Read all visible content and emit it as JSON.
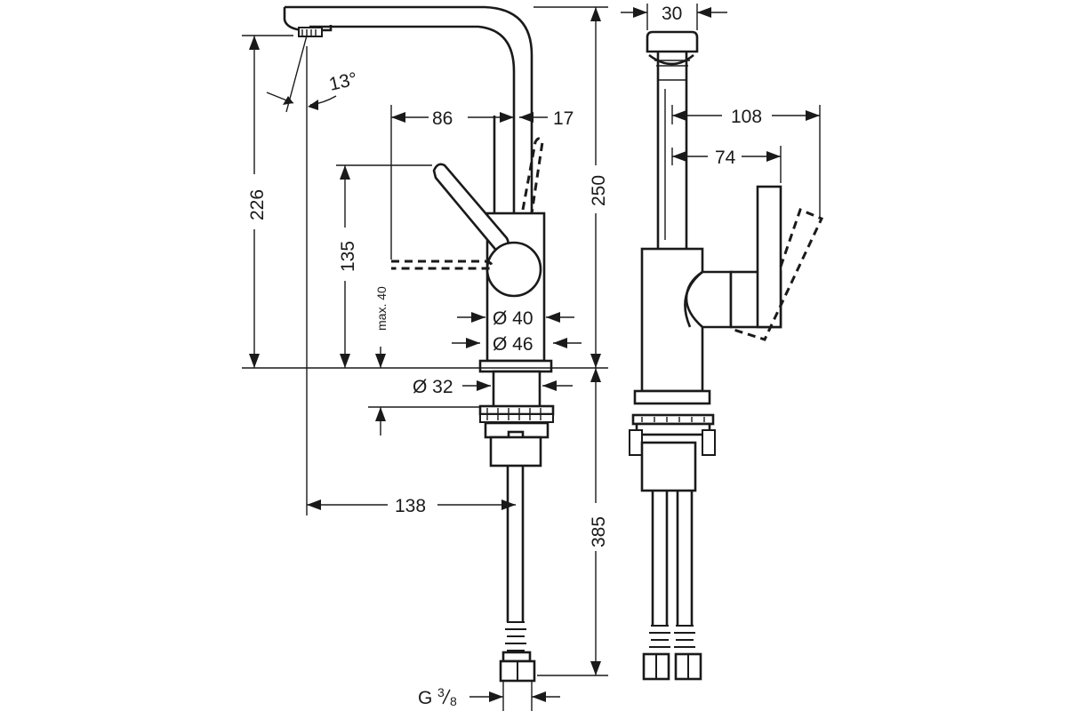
{
  "front_view": {
    "angle_label": "13°",
    "dim_86": "86",
    "dim_17": "17",
    "dim_226": "226",
    "dim_250": "250",
    "dim_135": "135",
    "dim_max40": "max. 40",
    "dim_d40": "Ø 40",
    "dim_d46": "Ø 46",
    "dim_d32": "Ø 32",
    "dim_138": "138",
    "dim_385": "385",
    "thread_prefix": "G ",
    "thread_frac_num": "3",
    "thread_frac_den": "8"
  },
  "side_view": {
    "dim_30": "30",
    "dim_108": "108",
    "dim_74": "74"
  },
  "colors": {
    "line": "#1a1a1a",
    "background": "#ffffff"
  }
}
